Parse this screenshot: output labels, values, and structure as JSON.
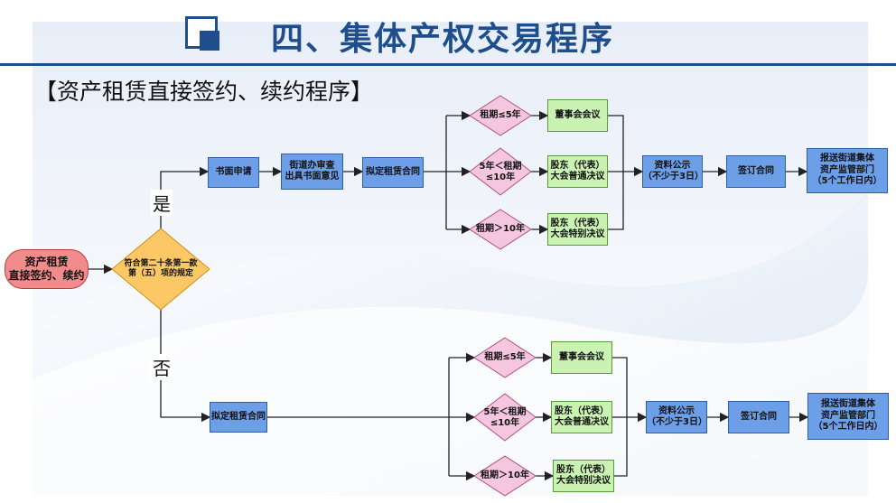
{
  "header": {
    "title": "四、集体产权交易程序",
    "accent_color": "#1f4e8c"
  },
  "subtitle": "【资产租赁直接签约、续约程序】",
  "start": {
    "line1": "资产租赁",
    "line2": "直接签约、续约"
  },
  "decision": {
    "line1": "符合第二十条第一款",
    "line2": "第（五）项的规定"
  },
  "branch_yes": "是",
  "branch_no": "否",
  "yes_flow": {
    "step1": "书面申请",
    "step2_line1": "街道办审查",
    "step2_line2": "出具书面意见",
    "step3": "拟定租赁合同",
    "cond1": "租期≤5年",
    "cond2_line1": "5年＜租期",
    "cond2_line2": "≤10年",
    "cond3": "租期＞10年",
    "res1": "董事会会议",
    "res2_line1": "股东（代表）",
    "res2_line2": "大会普通决议",
    "res3_line1": "股东（代表）",
    "res3_line2": "大会特别决议",
    "publicity_line1": "资料公示",
    "publicity_line2": "（不少于3日）",
    "sign": "签订合同",
    "report_line1": "报送街道集体",
    "report_line2": "资产监管部门",
    "report_line3": "（5个工作日内）"
  },
  "no_flow": {
    "step1": "拟定租赁合同",
    "cond1": "租期≤5年",
    "cond2_line1": "5年＜租期",
    "cond2_line2": "≤10年",
    "cond3": "租期＞10年",
    "res1": "董事会会议",
    "res2_line1": "股东（代表）",
    "res2_line2": "大会普通决议",
    "res3_line1": "股东（代表）",
    "res3_line2": "大会特别决议",
    "publicity_line1": "资料公示",
    "publicity_line2": "（不少于3日）",
    "sign": "签订合同",
    "report_line1": "报送街道集体",
    "report_line2": "资产监管部门",
    "report_line3": "（5个工作日内）"
  },
  "colors": {
    "process_box": "#6d9ee8",
    "result_box": "#c9f2b3",
    "condition_diamond": "#f5c6e0",
    "decision_diamond": "#fcc865",
    "start_pill": "#f28c8c"
  }
}
